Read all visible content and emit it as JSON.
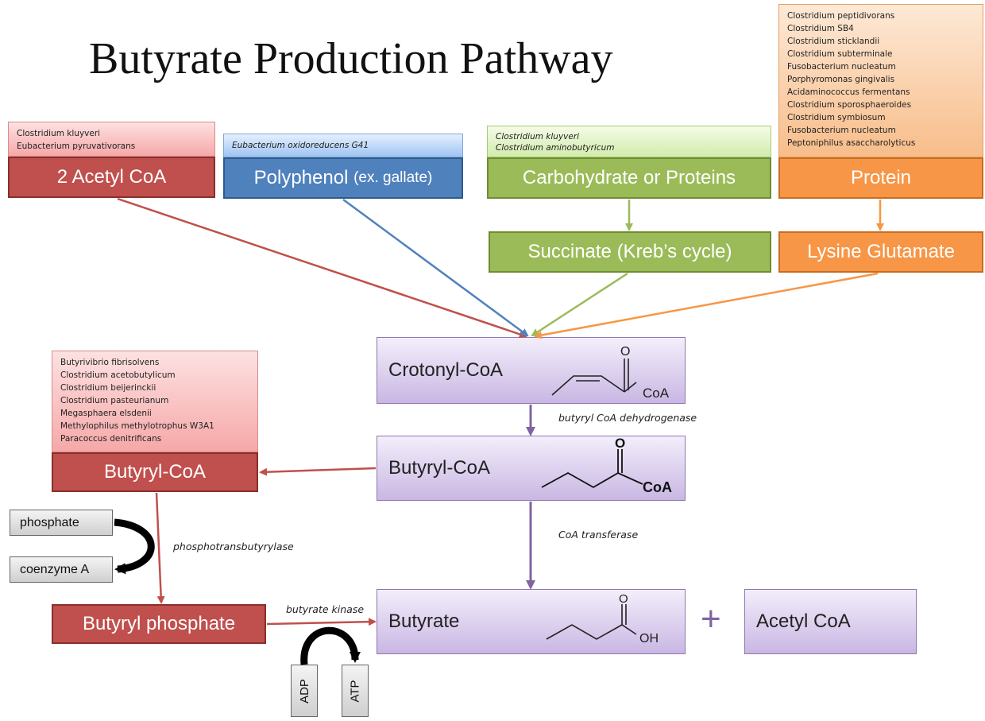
{
  "title": "Butyrate Production Pathway",
  "species": {
    "acetyl": [
      "Clostridium kluyveri",
      "Eubacterium pyruvativorans"
    ],
    "polyphenol": [
      "Eubacterium oxidoreducens G41"
    ],
    "carbohydrate": [
      "Clostridium kluyveri",
      "Clostridium aminobutyricum"
    ],
    "protein": [
      "Clostridium peptidivorans",
      "Clostridium SB4",
      "Clostridium sticklandii",
      "Clostridium subterminale",
      "Fusobacterium nucleatum",
      "Porphyromonas gingivalis",
      "Acidaminococcus fermentans",
      "Clostridium sporosphaeroides",
      "Clostridium symbiosum",
      "Fusobacterium nucleatum",
      "Peptoniphilus asaccharolyticus"
    ],
    "butyryl": [
      "Butyrivibrio fibrisolvens",
      "Clostridium acetobutylicum",
      "Clostridium beijerinckii",
      "Clostridium pasteurianum",
      "Megasphaera elsdenii",
      "Methylophilus methylotrophus W3A1",
      "Paracoccus denitrificans"
    ]
  },
  "nodes": {
    "acetyl_coa_2": "2 Acetyl CoA",
    "polyphenol": "Polyphenol",
    "polyphenol_note": "(ex. gallate)",
    "carbohydrate": "Carbohydrate or Proteins",
    "protein": "Protein",
    "succinate": "Succinate (Kreb’s cycle)",
    "lysine": "Lysine Glutamate",
    "crotonyl": "Crotonyl-CoA",
    "butyryl_main": "Butyryl-CoA",
    "butyryl_side": "Butyryl-CoA",
    "butyryl_phosphate": "Butyryl phosphate",
    "butyrate": "Butyrate",
    "acetyl_coa": "Acetyl CoA",
    "plus": "+"
  },
  "cofactors": {
    "phosphate": "phosphate",
    "coenzyme_a": "coenzyme A",
    "adp": "ADP",
    "atp": "ATP"
  },
  "enzymes": {
    "dehydrogenase": "butyryl CoA dehydrogenase",
    "transferase": "CoA transferase",
    "phosphotransbutyrylase": "phosphotransbutyrylase",
    "kinase": "butyrate kinase"
  },
  "structures": {
    "o": "O",
    "coa": "CoA",
    "oh": "OH"
  },
  "colors": {
    "red": "#c0504d",
    "blue": "#4f81bd",
    "green": "#9bbb59",
    "orange": "#f79646",
    "purple": "#8064a2"
  }
}
